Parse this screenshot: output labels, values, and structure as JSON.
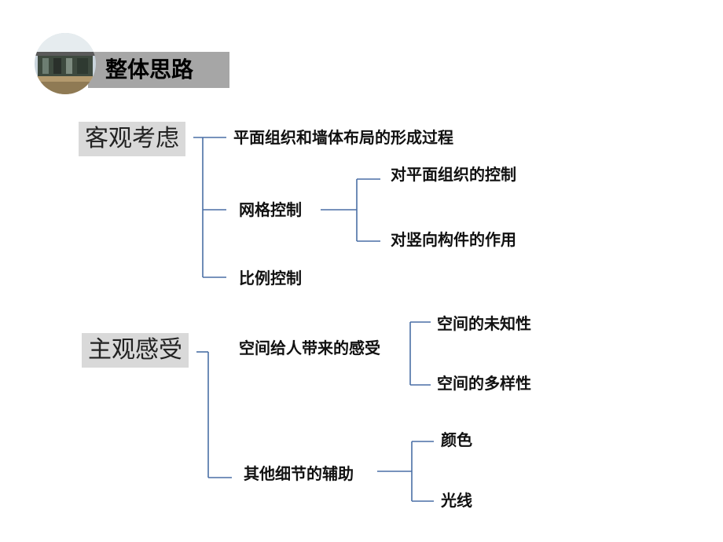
{
  "title": "整体思路",
  "groups": [
    {
      "label": "客观考虑",
      "items": [
        {
          "label": "平面组织和墙体布局的形成过程"
        },
        {
          "label": "网格控制",
          "children": [
            "对平面组织的控制",
            "对竖向构件的作用"
          ]
        },
        {
          "label": "比例控制"
        }
      ]
    },
    {
      "label": "主观感受",
      "items": [
        {
          "label": "空间给人带来的感受",
          "children": [
            "空间的未知性",
            "空间的多样性"
          ]
        },
        {
          "label": "其他细节的辅助",
          "children": [
            "颜色",
            "光线"
          ]
        }
      ]
    }
  ],
  "colors": {
    "connector": "#4a6fa5",
    "label_bg": "#d9d9d9",
    "title_bg": "#a6a6a6"
  }
}
